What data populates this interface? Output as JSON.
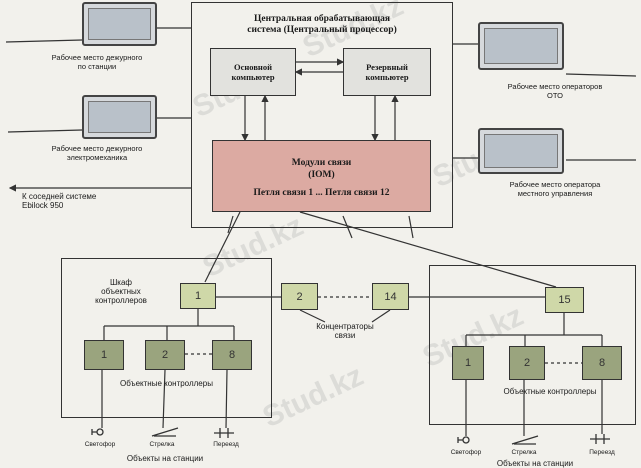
{
  "central": {
    "title_line1": "Центральная обрабатывающая",
    "title_line2": "система (Центральный процессор)",
    "main_computer_line1": "Основной",
    "main_computer_line2": "компьютер",
    "backup_computer_line1": "Резервный",
    "backup_computer_line2": "компьютер",
    "comm_modules_line1": "Модули связи",
    "comm_modules_line2": "(IOM)",
    "comm_loops": "Петля связи 1 ... Петля связи 12"
  },
  "workstations": {
    "station_duty_line1": "Рабочее место дежурного",
    "station_duty_line2": "по станции",
    "electromech_line1": "Рабочее место дежурного",
    "electromech_line2": "электромеханика",
    "gto_line1": "Рабочее место операторов",
    "gto_line2": "ОТО",
    "local_operator_line1": "Рабочее место оператора",
    "local_operator_line2": "местного управления",
    "neighbor_line1": "К соседней  системе",
    "neighbor_line2": "Ebilock 950"
  },
  "left_station": {
    "cabinet_line1": "Шкаф",
    "cabinet_line2": "объектных",
    "cabinet_line3": "контроллеров",
    "concentrator": "1",
    "controllers": [
      "1",
      "2",
      "8"
    ],
    "controllers_label": "Объектные контроллеры",
    "objects": [
      "Светофор",
      "Стрелка",
      "Переезд"
    ],
    "objects_label": "Объекты на станции"
  },
  "concentrators": {
    "items": [
      "2",
      "14"
    ],
    "label_line1": "Концентраторы",
    "label_line2": "связи"
  },
  "right_station": {
    "concentrator": "15",
    "controllers": [
      "1",
      "2",
      "8"
    ],
    "controllers_label": "Объектные контроллеры",
    "objects": [
      "Светофор",
      "Стрелка",
      "Переезд"
    ],
    "objects_label": "Объекты на станции"
  },
  "watermark": "Stud.kz"
}
